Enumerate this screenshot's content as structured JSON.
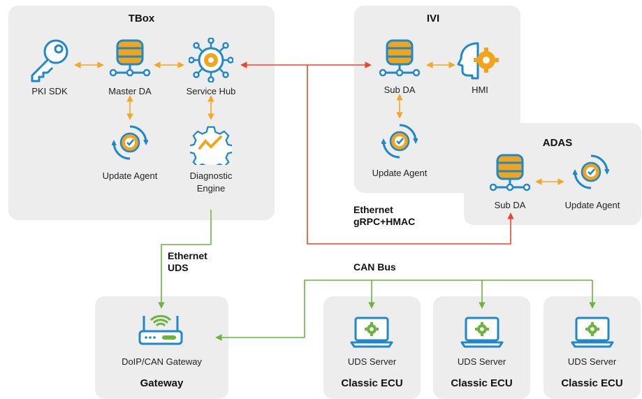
{
  "tbox": {
    "title": "TBox",
    "pki_sdk": "PKI SDK",
    "master_da": "Master DA",
    "service_hub": "Service Hub",
    "update_agent": "Update Agent",
    "diag_line1": "Diagnostic",
    "diag_line2": "Engine"
  },
  "ivi": {
    "title": "IVI",
    "sub_da": "Sub DA",
    "hmi": "HMI",
    "update_agent": "Update Agent"
  },
  "adas": {
    "title": "ADAS",
    "sub_da": "Sub DA",
    "update_agent": "Update Agent"
  },
  "links": {
    "eth_grpc_line1": "Ethernet",
    "eth_grpc_line2": "gRPC+HMAC",
    "eth_uds_line1": "Ethernet",
    "eth_uds_line2": "UDS",
    "can_bus": "CAN Bus"
  },
  "gateway": {
    "title": "Gateway",
    "label": "DoIP/CAN Gateway"
  },
  "ecus": [
    {
      "title": "Classic ECU",
      "label": "UDS Server"
    },
    {
      "title": "Classic ECU",
      "label": "UDS Server"
    },
    {
      "title": "Classic ECU",
      "label": "UDS Server"
    }
  ],
  "colors": {
    "orange": "#f5a623",
    "red": "#e8472a",
    "green": "#6cb33f",
    "blue": "#1e88c9",
    "gold": "#f2a51c",
    "panel": "#ededed"
  }
}
